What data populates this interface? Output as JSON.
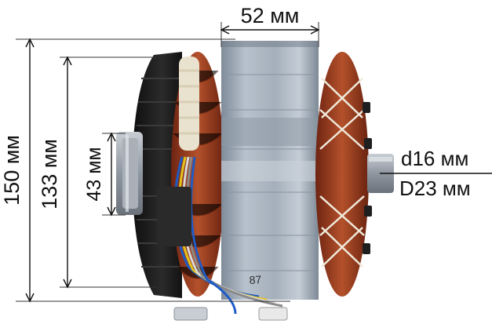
{
  "dimensions": {
    "outer_diameter": "150 мм",
    "stator_diameter": "133 мм",
    "bearing_diameter": "43 мм",
    "core_width": "52 мм",
    "shaft_inner": "d16 мм",
    "shaft_outer": "D23 мм"
  },
  "colors": {
    "copper": "#9a3b1e",
    "steel": "#9aa6b4",
    "fan": "#1a1a1a",
    "tie": "#efe9da"
  }
}
